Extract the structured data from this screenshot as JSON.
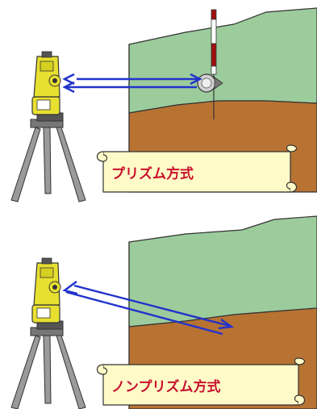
{
  "panels": [
    {
      "id": "prism",
      "label": "プリズム方式"
    },
    {
      "id": "non-prism",
      "label": "ノンプリズム方式"
    }
  ],
  "colors": {
    "sky": "#ffffff",
    "grass": "#9ccc9c",
    "soil": "#b87333",
    "outline": "#333333",
    "instrument": "#e8e030",
    "tripod": "#9a9a9a",
    "beam": "#2233cc",
    "scroll_fill": "#fffbc8",
    "scroll_stroke": "#333333",
    "label_text": "#c8102e",
    "pole_red": "#a01010",
    "pole_white": "#ffffff"
  },
  "icons": [
    "total-station-icon",
    "tripod-icon",
    "prism-reflector-icon",
    "range-pole-icon",
    "scroll-banner-icon"
  ]
}
